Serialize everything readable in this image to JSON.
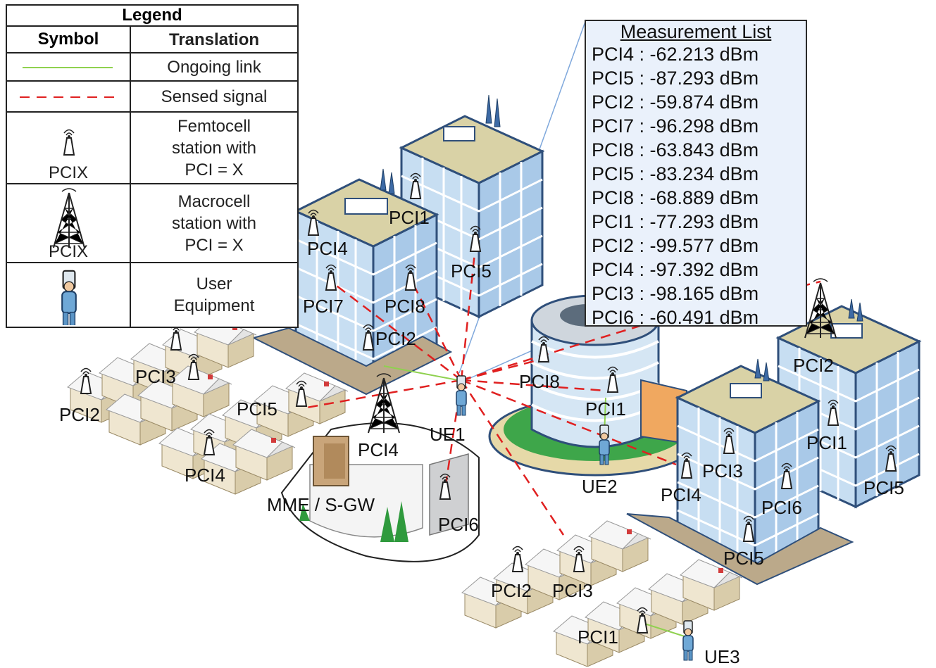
{
  "legend": {
    "title": "Legend",
    "headers": {
      "symbol": "Symbol",
      "translation": "Translation"
    },
    "rows": [
      {
        "icon": "ongoing-link-line",
        "translation": "Ongoing link",
        "color": "#8fd14f"
      },
      {
        "icon": "sensed-signal-dashed-line",
        "translation": "Sensed signal",
        "color": "#e02020"
      },
      {
        "icon": "femtocell-icon",
        "symbol_label": "PCIX",
        "translation": "Femtocell\nstation with\nPCI = X"
      },
      {
        "icon": "macrocell-tower-icon",
        "symbol_label": "PCIX",
        "translation": "Macrocell\nstation with\nPCI = X"
      },
      {
        "icon": "user-equipment-icon",
        "translation": "User\nEquipment"
      }
    ]
  },
  "measurement_list": {
    "title": "Measurement List",
    "entries": [
      "PCI4 : -62.213 dBm",
      "PCI5 : -87.293 dBm",
      "PCI2 : -59.874 dBm",
      "PCI7 : -96.298 dBm",
      "PCI8 : -63.843 dBm",
      "PCI5 : -83.234 dBm",
      "PCI8 : -68.889 dBm",
      "PCI1 : -77.293 dBm",
      "PCI2 : -99.577 dBm",
      "PCI4 : -97.392 dBm",
      "PCI3 : -98.165 dBm",
      "PCI6 : -60.491 dBm"
    ]
  },
  "scene_labels": {
    "b1_pci1": "PCI1",
    "b1_pci5": "PCI5",
    "b2_pci4": "PCI4",
    "b2_pci7": "PCI7",
    "b2_pci8": "PCI8",
    "b2_pci2": "PCI2",
    "h1_pci3": "PCI3",
    "h1_pci2": "PCI2",
    "h2_pci5": "PCI5",
    "h2_pci4": "PCI4",
    "macro_pci4": "PCI4",
    "ue1": "UE1",
    "mme": "MME / S-GW",
    "mme_pci6": "PCI6",
    "round_pci8": "PCI8",
    "round_pci1": "PCI1",
    "ue2": "UE2",
    "b3_pci2": "PCI2",
    "b3_pci1": "PCI1",
    "b3_pci5": "PCI5",
    "b4_pci3": "PCI3",
    "b4_pci4": "PCI4",
    "b4_pci6": "PCI6",
    "b4_pci5": "PCI5",
    "h3_pci2": "PCI2",
    "h3_pci3": "PCI3",
    "h3_pci1": "PCI1",
    "ue3": "UE3"
  },
  "colors": {
    "building_glass": "#bcd7ee",
    "building_frame": "#2f4f7a",
    "roof": "#d9d2a6",
    "house_wall": "#efe6d0",
    "house_roof": "#f4f4f4",
    "chimney": "#d23b3b",
    "sensed_signal": "#e02020",
    "ongoing_link": "#8fd14f",
    "callout_line": "#7fa8dc"
  }
}
